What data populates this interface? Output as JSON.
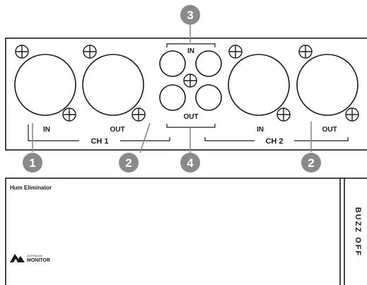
{
  "back_panel": {
    "ch1": {
      "in_label": "IN",
      "out_label": "OUT",
      "channel_label": "CH 1"
    },
    "ch2": {
      "in_label": "IN",
      "out_label": "OUT",
      "channel_label": "CH 2"
    },
    "rca": {
      "in_label": "IN",
      "out_label": "OUT"
    }
  },
  "markers": {
    "m1": "1",
    "m2a": "2",
    "m2b": "2",
    "m3": "3",
    "m4": "4"
  },
  "front_panel": {
    "product_name": "Hum Eliminator",
    "brand_small": "AUSTRALIAN",
    "brand_large": "MONITOR",
    "side_text": "BUZZ OFF"
  },
  "colors": {
    "panel_stroke": "#1a1a1a",
    "marker_fill": "#8a8a8a",
    "background": "#ffffff"
  }
}
